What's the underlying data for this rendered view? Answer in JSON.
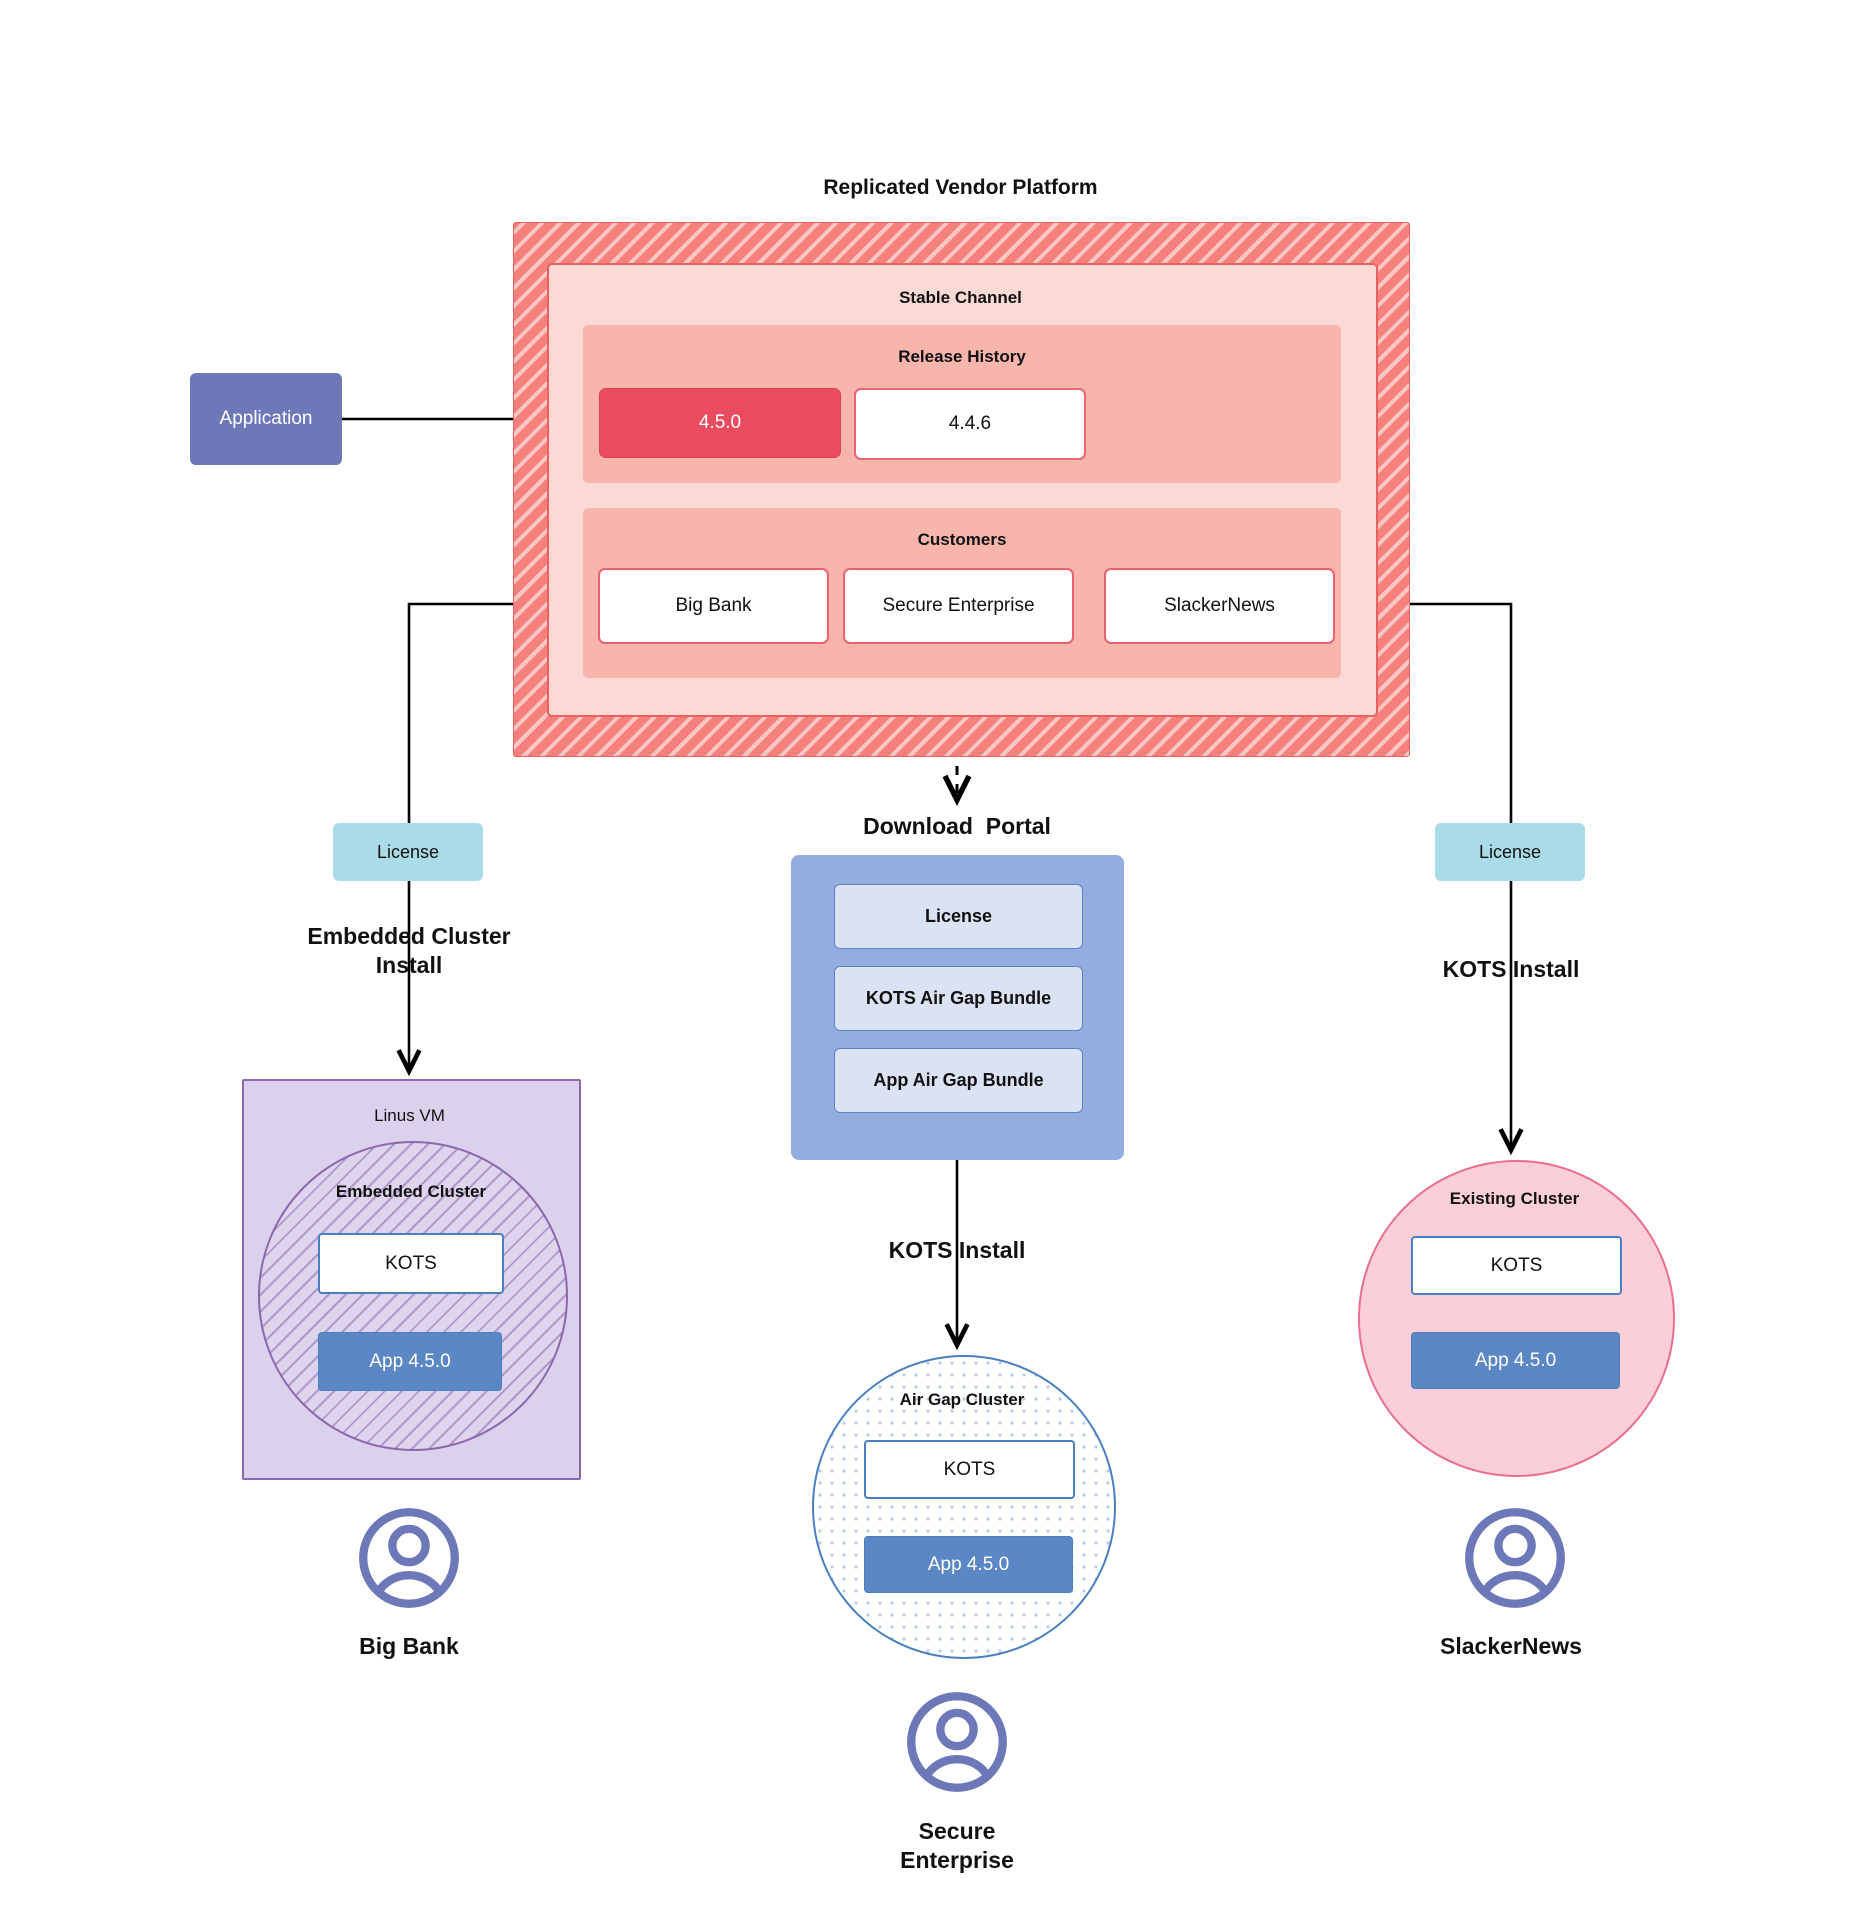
{
  "diagram": {
    "title": "Replicated Vendor Platform"
  },
  "application": {
    "label": "Application"
  },
  "platform": {
    "title": "Replicated Vendor Platform",
    "stable_channel": {
      "label": "Stable Channel",
      "release_history": {
        "label": "Release History",
        "releases": [
          {
            "version": "4.5.0",
            "state": "current"
          },
          {
            "version": "4.4.6",
            "state": "previous"
          }
        ]
      },
      "customers": {
        "label": "Customers",
        "items": [
          {
            "name": "Big Bank"
          },
          {
            "name": "Secure\nEnterprise"
          },
          {
            "name": "SlackerNews"
          }
        ]
      }
    }
  },
  "licenses": {
    "left_label": "License",
    "right_label": "License"
  },
  "download_portal": {
    "title": "Download  Portal",
    "items": [
      {
        "label": "License"
      },
      {
        "label": "KOTS Air Gap Bundle"
      },
      {
        "label": "App Air Gap Bundle"
      }
    ]
  },
  "flows": {
    "embedded_cluster_install": "Embedded Cluster\nInstall",
    "kots_install_center": "KOTS Install",
    "kots_install_right": "KOTS Install"
  },
  "targets": {
    "linux_vm": {
      "label": "Linus VM",
      "cluster_label": "Embedded Cluster",
      "kots_label": "KOTS",
      "app_label": "App 4.5.0"
    },
    "air_gap": {
      "cluster_label": "Air Gap Cluster",
      "kots_label": "KOTS",
      "app_label": "App 4.5.0"
    },
    "existing": {
      "cluster_label": "Existing Cluster",
      "kots_label": "KOTS",
      "app_label": "App 4.5.0"
    }
  },
  "personas": [
    {
      "name": "Big Bank",
      "icon": "user-avatar-icon"
    },
    {
      "name": "Secure\nEnterprise",
      "icon": "user-avatar-icon"
    },
    {
      "name": "SlackerNews",
      "icon": "user-avatar-icon"
    }
  ],
  "colors": {
    "platform_hatch": "#f5807c",
    "platform_border": "#e8625e",
    "stable_channel_bg": "#fbdad6",
    "band_bg": "#f7b5ac",
    "release_current": "#ea4b5e",
    "application": "#6d78b9",
    "license_chip": "#aadce8",
    "download_portal": "#94ade0",
    "portal_item": "#dbe2f4",
    "linux_vm": "#dcd1ec",
    "linux_vm_border": "#8b68ae",
    "airgap_border": "#4a7fc1",
    "existing_cluster": "#fbcfd9",
    "existing_cluster_border": "#ea6f8e",
    "app_box": "#5b87c4",
    "avatar": "#6d78b9",
    "wire": "#000000"
  }
}
